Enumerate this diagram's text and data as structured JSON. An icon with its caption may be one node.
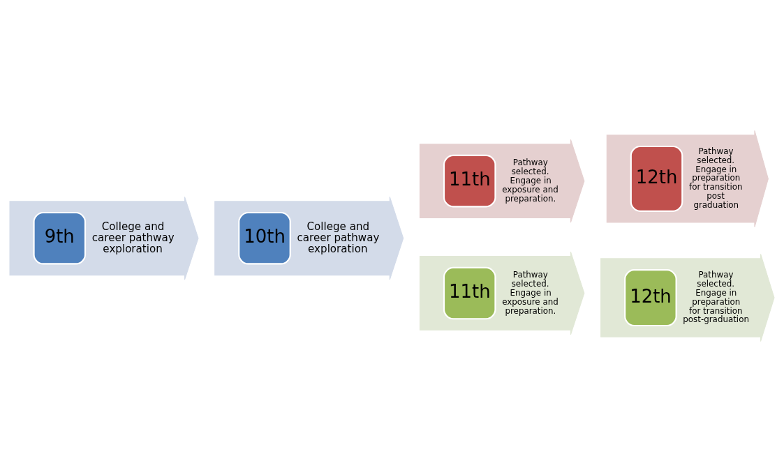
{
  "diagram": {
    "nodes": [
      {
        "text": [
          "9th",
          "College and career pathway exploration"
        ]
      },
      {
        "text": [
          "10th",
          "College and career pathway exploration"
        ]
      },
      {
        "text": [
          "11th",
          "Pathway selected. Engage in exposure and preparation."
        ]
      },
      {
        "text": [
          "12th",
          "Pathway selected. Engage in preparation for transition post graduation"
        ]
      },
      {
        "text": [
          "11th",
          "Pathway selected. Engage in exposure and preparation."
        ]
      },
      {
        "text": [
          "12th",
          "Pathway selected. Engage in preparation for transition post-graduation"
        ]
      }
    ]
  }
}
